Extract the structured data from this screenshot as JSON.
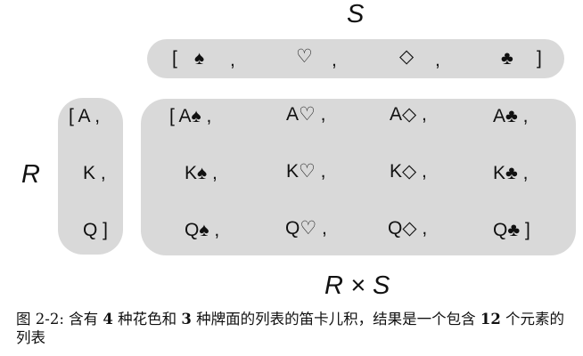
{
  "labels": {
    "s": "S",
    "r": "R",
    "rxs": "R × S"
  },
  "s_list": [
    "[",
    "♠",
    ",",
    "♡",
    ",",
    "◇",
    ",",
    "♣",
    "]"
  ],
  "r_list": [
    "[ A ,",
    "K ,",
    "Q ]"
  ],
  "product_rows": [
    [
      "[ A♠ ,",
      "A♡ ,",
      "A◇ ,",
      "A♣ ,"
    ],
    [
      "K♠ ,",
      "K♡ ,",
      "K◇ ,",
      "K♣ ,"
    ],
    [
      "Q♠ ,",
      "Q♡ ,",
      "Q◇ ,",
      "Q♣ ]"
    ]
  ],
  "caption": {
    "fig": "图 2-2:",
    "p1": " 含有 ",
    "n1": "4",
    "p2": " 种花色和 ",
    "n2": "3",
    "p3": " 种牌面的列表的笛卡儿积，结果是一个包含 ",
    "n3": "12",
    "p4": " 个元素的列表"
  }
}
